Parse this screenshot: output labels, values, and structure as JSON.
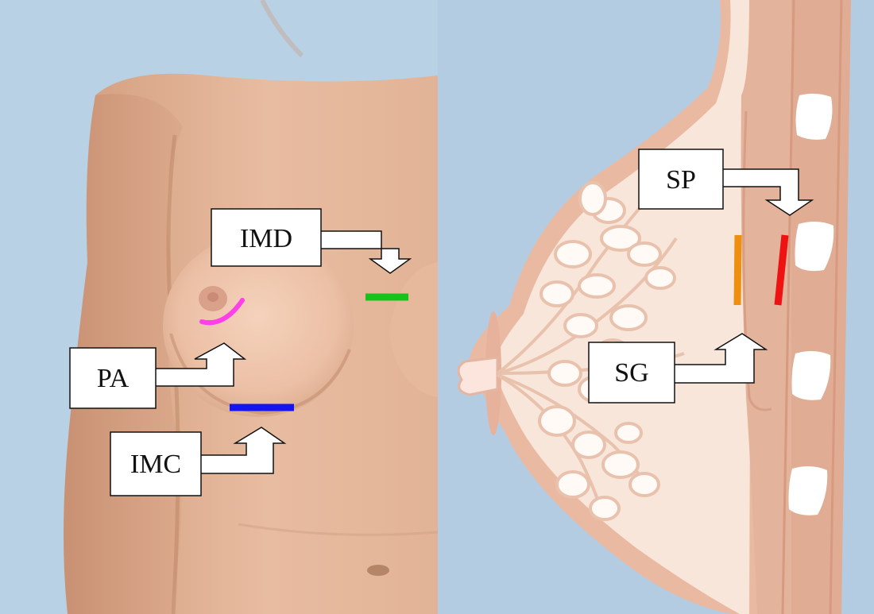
{
  "labels": {
    "imd": "IMD",
    "pa": "PA",
    "imc": "IMC",
    "sp": "SP",
    "sg": "SG"
  },
  "colors": {
    "imd_line": "#19c21a",
    "pa_line": "#ff3fe8",
    "imc_line": "#1414f0",
    "sg_line": "#ee8f10",
    "sp_line": "#ee1212",
    "background": "#b5cde2",
    "skin_photo": "#e7bca0",
    "breast_tissue": "#f7e4d8",
    "muscle": "#e7b59e",
    "rib": "#ffffff"
  }
}
